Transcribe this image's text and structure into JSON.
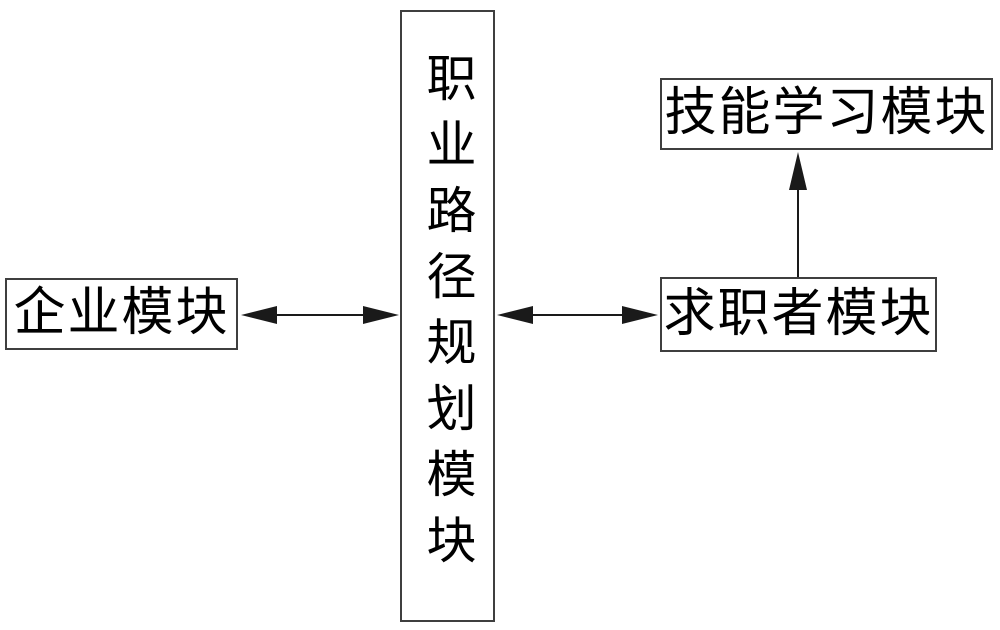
{
  "diagram": {
    "background_color": "#ffffff",
    "box_border_color": "#3f3f3f",
    "line_color": "#1a1a1a",
    "text_color": "#000000",
    "nodes": {
      "career_path": {
        "label": "职业路径规划模块",
        "orientation": "vertical"
      },
      "enterprise": {
        "label": "企业模块",
        "orientation": "horizontal"
      },
      "job_seeker": {
        "label": "求职者模块",
        "orientation": "horizontal"
      },
      "skill_learning": {
        "label": "技能学习模块",
        "orientation": "horizontal"
      }
    },
    "connections": [
      {
        "from": "enterprise",
        "to": "career_path",
        "type": "bidirectional-arrow"
      },
      {
        "from": "career_path",
        "to": "job_seeker",
        "type": "bidirectional-arrow"
      },
      {
        "from": "job_seeker",
        "to": "skill_learning",
        "type": "arrow-up"
      }
    ]
  }
}
